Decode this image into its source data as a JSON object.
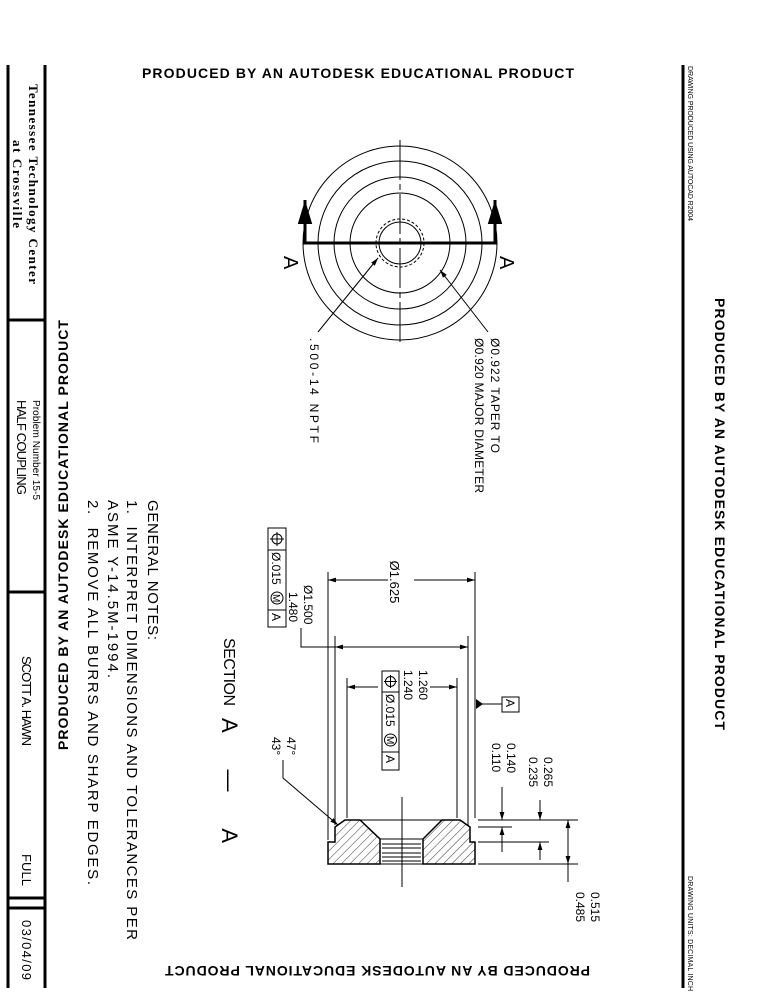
{
  "watermark": "PRODUCED BY AN AUTODESK EDUCATIONAL PRODUCT",
  "side_notes": {
    "software": "DRAWING PRODUCED USING AUTOCAD R2004",
    "units": "DRAWING UNITS: DECIMAL INCH"
  },
  "title_block": {
    "school_line1": "Tennessee Technology Center",
    "school_line2": "at Crossville",
    "problem": "Problem Number 15-5",
    "part_name": "HALF COUPLING",
    "drawn_by": "SCOTT A. HAWN",
    "scale": "FULL",
    "date": "03/04/09"
  },
  "top_view": {
    "section_letter_left": "A",
    "section_letter_right": "A",
    "thread_callout": ".500-14 NPTF",
    "taper_line1": "Ø0.922  TAPER TO",
    "taper_line2": "Ø0.920  MAJOR DIAMETER"
  },
  "section_view": {
    "label": "SECTION",
    "letters": "A  —  A",
    "od": "Ø1.625",
    "pilot_upper": "Ø1.500",
    "pilot_lower": "1.480",
    "bore_upper": "1.260",
    "bore_lower": "1.240",
    "fcf_tolerance": "Ø.015",
    "fcf_modifier": "M",
    "fcf_datum": "A",
    "datum_label": "A",
    "angle_upper": "47°",
    "angle_lower": "43°",
    "step_upper": "0.140",
    "step_lower": "0.110",
    "flange_upper": "0.265",
    "flange_lower": "0.235",
    "height_upper": "0.515",
    "height_lower": "0.485"
  },
  "general_notes": {
    "heading": "GENERAL NOTES:",
    "note1_line1": "1.  INTERPRET DIMENSIONS AND TOLERANCES PER",
    "note1_line2": "ASME Y-14.5M-1994.",
    "note2": "2.  REMOVE ALL BURRS AND SHARP EDGES."
  }
}
